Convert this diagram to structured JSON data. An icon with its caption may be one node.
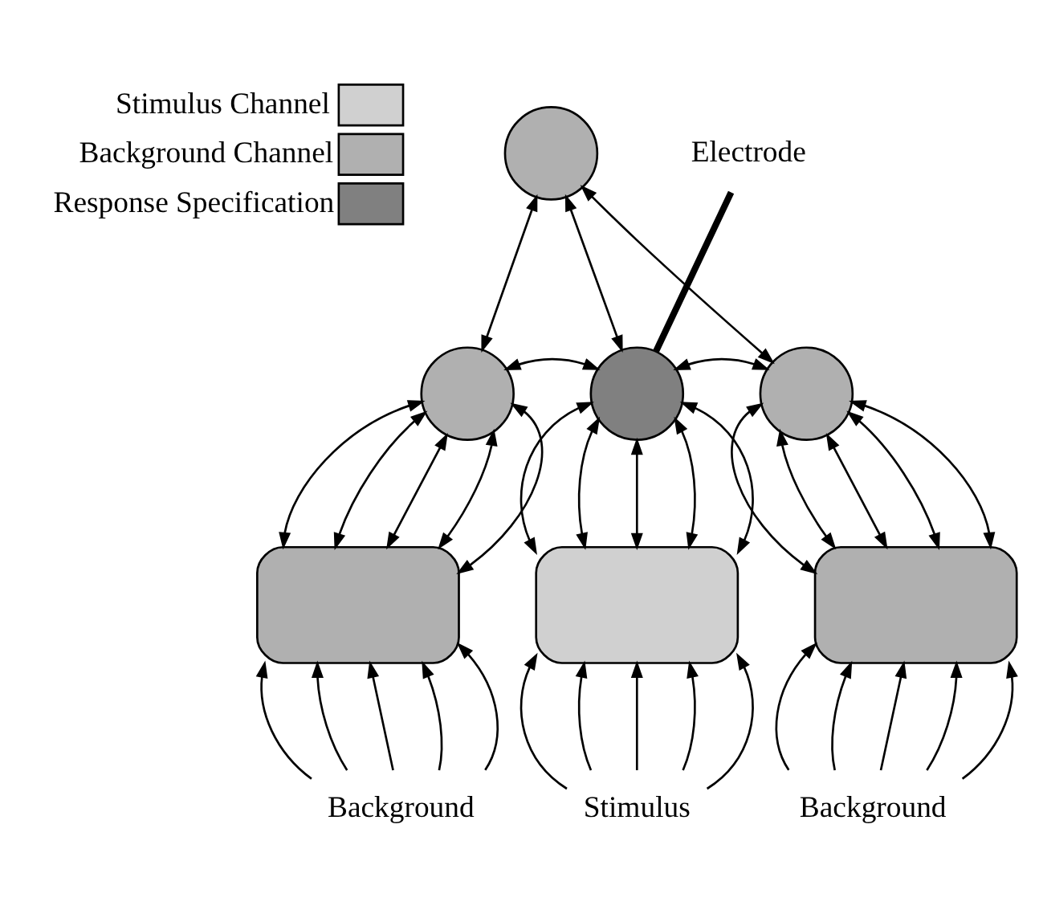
{
  "diagram": {
    "nodes": [
      {
        "text": [],
        "shape": "circle"
      },
      {
        "text": [],
        "shape": "circle"
      },
      {
        "text": [],
        "shape": "circle"
      },
      {
        "text": [],
        "shape": "circle"
      },
      {
        "text": [],
        "shape": "box"
      },
      {
        "text": [],
        "shape": "box"
      },
      {
        "text": [],
        "shape": "box"
      },
      {
        "text": [
          "Background"
        ]
      },
      {
        "text": [
          "Stimulus"
        ]
      },
      {
        "text": [
          "Background"
        ]
      },
      {
        "text": [
          "Electrode"
        ]
      }
    ],
    "edges": [
      {
        "from": 0,
        "to": 1,
        "arrow": "both"
      },
      {
        "from": 0,
        "to": 2,
        "arrow": "both"
      },
      {
        "from": 0,
        "to": 3,
        "arrow": "both"
      },
      {
        "from": 1,
        "to": 2,
        "arrow": "both"
      },
      {
        "from": 2,
        "to": 3,
        "arrow": "both"
      },
      {
        "from": 1,
        "to": 4,
        "arrow": "both"
      },
      {
        "from": 1,
        "to": 4,
        "arrow": "both"
      },
      {
        "from": 1,
        "to": 4,
        "arrow": "both"
      },
      {
        "from": 1,
        "to": 4,
        "arrow": "both"
      },
      {
        "from": 1,
        "to": 4,
        "arrow": "both"
      },
      {
        "from": 2,
        "to": 5,
        "arrow": "both"
      },
      {
        "from": 2,
        "to": 5,
        "arrow": "both"
      },
      {
        "from": 2,
        "to": 5,
        "arrow": "both"
      },
      {
        "from": 2,
        "to": 5,
        "arrow": "both"
      },
      {
        "from": 2,
        "to": 5,
        "arrow": "both"
      },
      {
        "from": 3,
        "to": 6,
        "arrow": "both"
      },
      {
        "from": 3,
        "to": 6,
        "arrow": "both"
      },
      {
        "from": 3,
        "to": 6,
        "arrow": "both"
      },
      {
        "from": 3,
        "to": 6,
        "arrow": "both"
      },
      {
        "from": 3,
        "to": 6,
        "arrow": "both"
      },
      {
        "from": 7,
        "to": 4,
        "arrow": "to"
      },
      {
        "from": 7,
        "to": 4,
        "arrow": "to"
      },
      {
        "from": 7,
        "to": 4,
        "arrow": "to"
      },
      {
        "from": 7,
        "to": 4,
        "arrow": "to"
      },
      {
        "from": 7,
        "to": 4,
        "arrow": "to"
      },
      {
        "from": 8,
        "to": 5,
        "arrow": "to"
      },
      {
        "from": 8,
        "to": 5,
        "arrow": "to"
      },
      {
        "from": 8,
        "to": 5,
        "arrow": "to"
      },
      {
        "from": 8,
        "to": 5,
        "arrow": "to"
      },
      {
        "from": 8,
        "to": 5,
        "arrow": "to"
      },
      {
        "from": 9,
        "to": 6,
        "arrow": "to"
      },
      {
        "from": 9,
        "to": 6,
        "arrow": "to"
      },
      {
        "from": 9,
        "to": 6,
        "arrow": "to"
      },
      {
        "from": 9,
        "to": 6,
        "arrow": "to"
      },
      {
        "from": 9,
        "to": 6,
        "arrow": "to"
      },
      {
        "from": 10,
        "to": 2,
        "arrow": "none",
        "style": "thick"
      }
    ],
    "legend": [
      {
        "text": "Stimulus Channel"
      },
      {
        "text": "Background Channel"
      },
      {
        "text": "Response Specification"
      }
    ]
  }
}
